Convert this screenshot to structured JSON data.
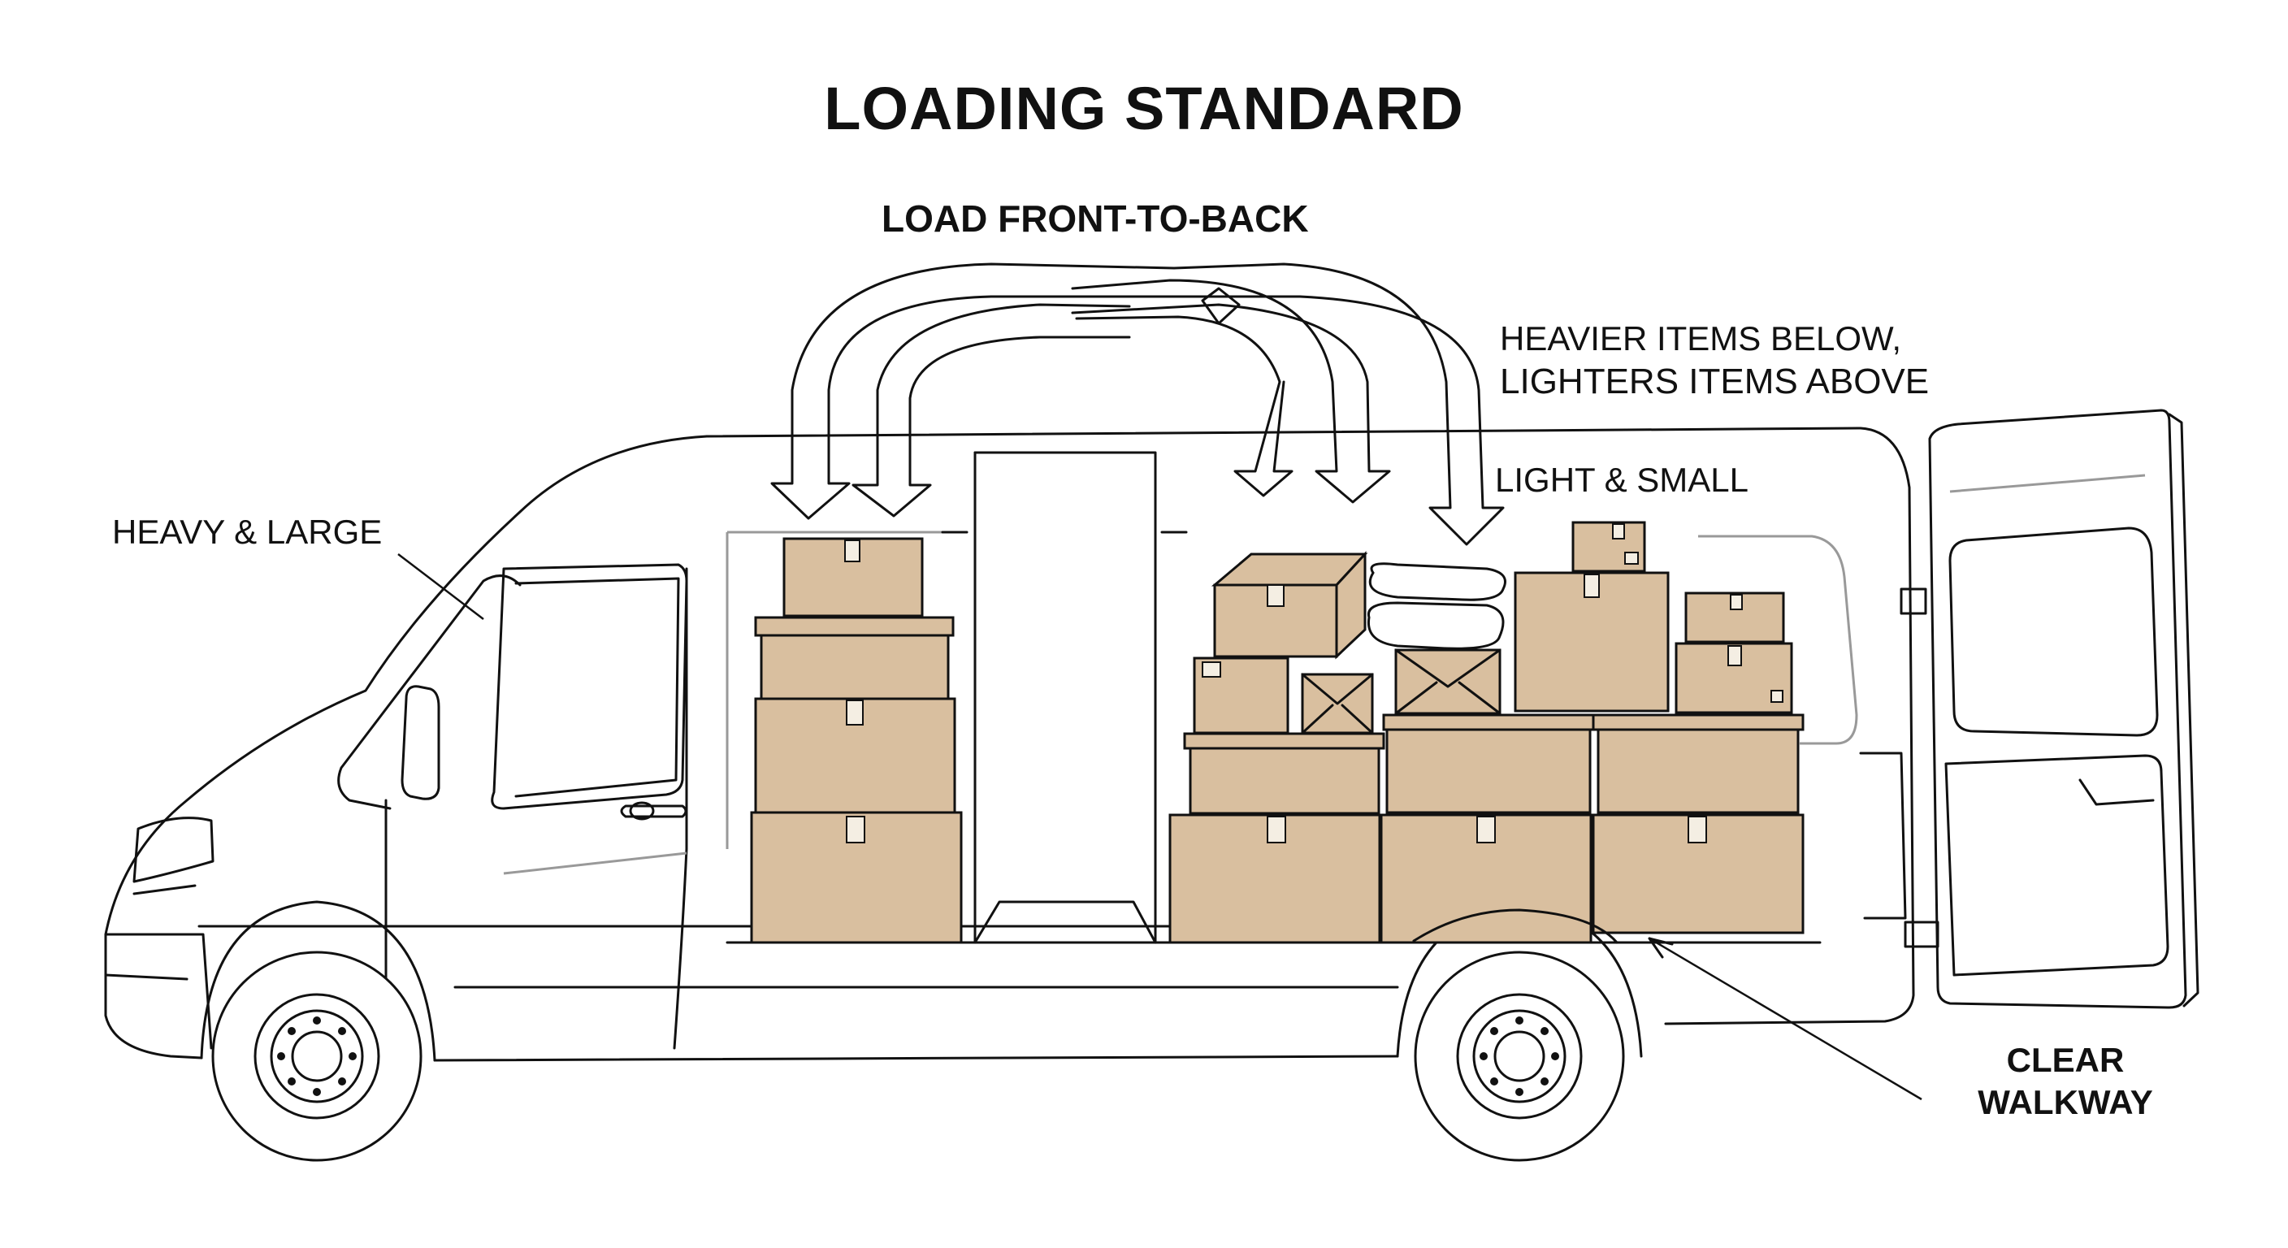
{
  "title": "LOADING STANDARD",
  "labels": {
    "load_front_to_back": "LOAD FRONT-TO-BACK",
    "heavier_line1": "HEAVIER ITEMS BELOW,",
    "heavier_line2": "LIGHTERS ITEMS ABOVE",
    "light_small": "LIGHT & SMALL",
    "heavy_large": "HEAVY & LARGE",
    "clear_line1": "CLEAR",
    "clear_line2": "WALKWAY"
  },
  "colors": {
    "box_fill": "#d9bf9f",
    "line": "#111111",
    "label_tag": "#f4eee3"
  }
}
